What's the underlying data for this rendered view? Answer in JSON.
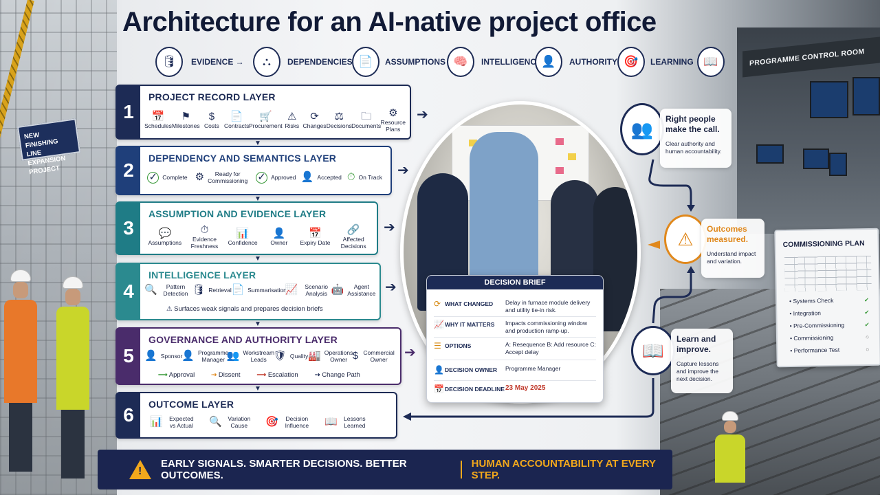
{
  "title": "Architecture for an AI-native project office",
  "flow": [
    {
      "icon": "database-icon",
      "glyph": "🛢",
      "label": "EVIDENCE →"
    },
    {
      "icon": "network-icon",
      "glyph": "⛬",
      "label": "DEPENDENCIES →"
    },
    {
      "icon": "document-icon",
      "glyph": "📄",
      "label": "ASSUMPTIONS →"
    },
    {
      "icon": "brain-icon",
      "glyph": "🧠",
      "label": "INTELLIGENCE →"
    },
    {
      "icon": "person-icon",
      "glyph": "👤",
      "label": "AUTHORITY →"
    },
    {
      "icon": "target-icon",
      "glyph": "🎯",
      "label": "LEARNING →"
    },
    {
      "icon": "book-icon",
      "glyph": "📖",
      "label": ""
    }
  ],
  "site_sign": "NEW FINISHING LINE EXPANSION PROJECT",
  "layers": [
    {
      "num": "1",
      "title": "PROJECT RECORD LAYER",
      "color": "#1d2b55",
      "items": [
        {
          "glyph": "📅",
          "label": "Schedules"
        },
        {
          "glyph": "⚑",
          "label": "Milestones"
        },
        {
          "glyph": "$",
          "label": "Costs"
        },
        {
          "glyph": "📄",
          "label": "Contracts"
        },
        {
          "glyph": "🛒",
          "label": "Procurement"
        },
        {
          "glyph": "⚠",
          "label": "Risks"
        },
        {
          "glyph": "⟳",
          "label": "Changes"
        },
        {
          "glyph": "⚖",
          "label": "Decisions"
        },
        {
          "glyph": "🗀",
          "label": "Documents"
        },
        {
          "glyph": "⚙",
          "label": "Resource Plans"
        }
      ]
    },
    {
      "num": "2",
      "title": "DEPENDENCY AND SEMANTICS LAYER",
      "color": "#1f3f7a",
      "items": [
        {
          "glyph": "✓",
          "label": "Complete"
        },
        {
          "glyph": "⚙",
          "label": "Ready for Commissioning"
        },
        {
          "glyph": "✓",
          "label": "Approved"
        },
        {
          "glyph": "👤",
          "label": "Accepted"
        },
        {
          "glyph": "⏱",
          "label": "On Track"
        }
      ]
    },
    {
      "num": "3",
      "title": "ASSUMPTION AND EVIDENCE LAYER",
      "color": "#1f7c86",
      "items": [
        {
          "glyph": "💬",
          "label": "Assumptions"
        },
        {
          "glyph": "⏱",
          "label": "Evidence Freshness"
        },
        {
          "glyph": "📊",
          "label": "Confidence"
        },
        {
          "glyph": "👤",
          "label": "Owner"
        },
        {
          "glyph": "📅",
          "label": "Expiry Date"
        },
        {
          "glyph": "🔗",
          "label": "Affected Decisions"
        }
      ]
    },
    {
      "num": "4",
      "title": "INTELLIGENCE LAYER",
      "color": "#2b8a8f",
      "items": [
        {
          "glyph": "🔍",
          "label": "Pattern Detection"
        },
        {
          "glyph": "🛢",
          "label": "Retrieval"
        },
        {
          "glyph": "📄",
          "label": "Summarisation"
        },
        {
          "glyph": "📈",
          "label": "Scenario Analysis"
        },
        {
          "glyph": "🤖",
          "label": "Agent Assistance"
        }
      ],
      "note": "Surfaces weak signals and prepares decision briefs"
    },
    {
      "num": "5",
      "title": "GOVERNANCE AND AUTHORITY LAYER",
      "color": "#4a2c6b",
      "items": [
        {
          "glyph": "👤",
          "label": "Sponsor"
        },
        {
          "glyph": "👤",
          "label": "Programme Manager"
        },
        {
          "glyph": "👥",
          "label": "Workstream Leads"
        },
        {
          "glyph": "🛡",
          "label": "Quality"
        },
        {
          "glyph": "🏭",
          "label": "Operations Owner"
        },
        {
          "glyph": "$",
          "label": "Commercial Owner"
        }
      ],
      "legend": [
        {
          "mark": "⟶",
          "color": "#3a9a3a",
          "label": "Approval"
        },
        {
          "mark": "⇢",
          "color": "#e0881c",
          "label": "Dissent"
        },
        {
          "mark": "⟶",
          "color": "#c0392b",
          "label": "Escalation"
        },
        {
          "mark": "⇢",
          "color": "#1d2b55",
          "label": "Change Path"
        }
      ]
    },
    {
      "num": "6",
      "title": "OUTCOME LAYER",
      "color": "#1d2b55",
      "items": [
        {
          "glyph": "📊",
          "label": "Expected vs Actual"
        },
        {
          "glyph": "🔍",
          "label": "Variation Cause"
        },
        {
          "glyph": "🎯",
          "label": "Decision Influence"
        },
        {
          "glyph": "📖",
          "label": "Lessons Learned"
        }
      ]
    }
  ],
  "brief": {
    "title": "DECISION BRIEF",
    "rows": [
      {
        "icon": "⟳",
        "key": "WHAT CHANGED",
        "value": "Delay in furnace module delivery and utility tie-in risk."
      },
      {
        "icon": "📈",
        "key": "WHY IT MATTERS",
        "value": "Impacts commissioning window and production ramp-up."
      },
      {
        "icon": "☰",
        "key": "OPTIONS",
        "value": "A: Resequence   B: Add resource   C: Accept delay"
      },
      {
        "icon": "👤",
        "key": "DECISION OWNER",
        "value": "Programme Manager"
      },
      {
        "icon": "📅",
        "key": "DECISION DEADLINE",
        "value": "23 May 2025"
      }
    ],
    "deadline_color": "#c0392b"
  },
  "loop": {
    "people": {
      "title": "Right people make the call.",
      "sub": "Clear authority and human accountability."
    },
    "outcomes": {
      "title": "Outcomes measured.",
      "sub": "Understand impact and variation."
    },
    "learn": {
      "title": "Learn and improve.",
      "sub": "Capture lessons and improve the next decision."
    }
  },
  "control_room": "PROGRAMME CONTROL ROOM",
  "plan": {
    "title": "COMMISSIONING PLAN",
    "rows": [
      {
        "label": "Systems Check",
        "done": true
      },
      {
        "label": "Integration",
        "done": true
      },
      {
        "label": "Pre-Commissioning",
        "done": true
      },
      {
        "label": "Commissioning",
        "done": false
      },
      {
        "label": "Performance Test",
        "done": false
      }
    ]
  },
  "banner": {
    "left": "EARLY SIGNALS. SMARTER DECISIONS. BETTER OUTCOMES.",
    "right": "HUMAN ACCOUNTABILITY AT EVERY STEP."
  },
  "colors": {
    "navy": "#1d2b55",
    "accent_orange": "#e0881c",
    "teal": "#1f7c86",
    "purple": "#4a2c6b"
  }
}
